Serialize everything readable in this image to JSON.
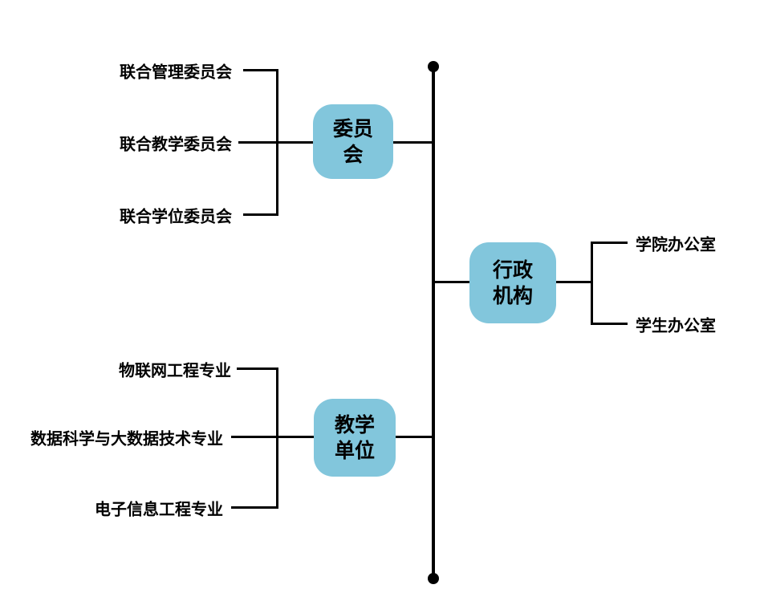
{
  "diagram": {
    "type": "org-chart",
    "orientation": "vertical-spine",
    "colors": {
      "node_fill": "#82C6DC",
      "line": "#000000",
      "text": "#000000",
      "background": "#FFFFFF"
    },
    "nodes": [
      {
        "id": "committee",
        "label": "委员会",
        "lines": [
          "委员",
          "会"
        ],
        "side": "left",
        "children": [
          "联合管理委员会",
          "联合教学委员会",
          "联合学位委员会"
        ]
      },
      {
        "id": "admin",
        "label": "行政机构",
        "lines": [
          "行政",
          "机构"
        ],
        "side": "right",
        "children": [
          "学院办公室",
          "学生办公室"
        ]
      },
      {
        "id": "teaching",
        "label": "教学单位",
        "lines": [
          "教学",
          "单位"
        ],
        "side": "left",
        "children": [
          "物联网工程专业",
          "数据科学与大数据技术专业",
          "电子信息工程专业"
        ]
      }
    ]
  }
}
